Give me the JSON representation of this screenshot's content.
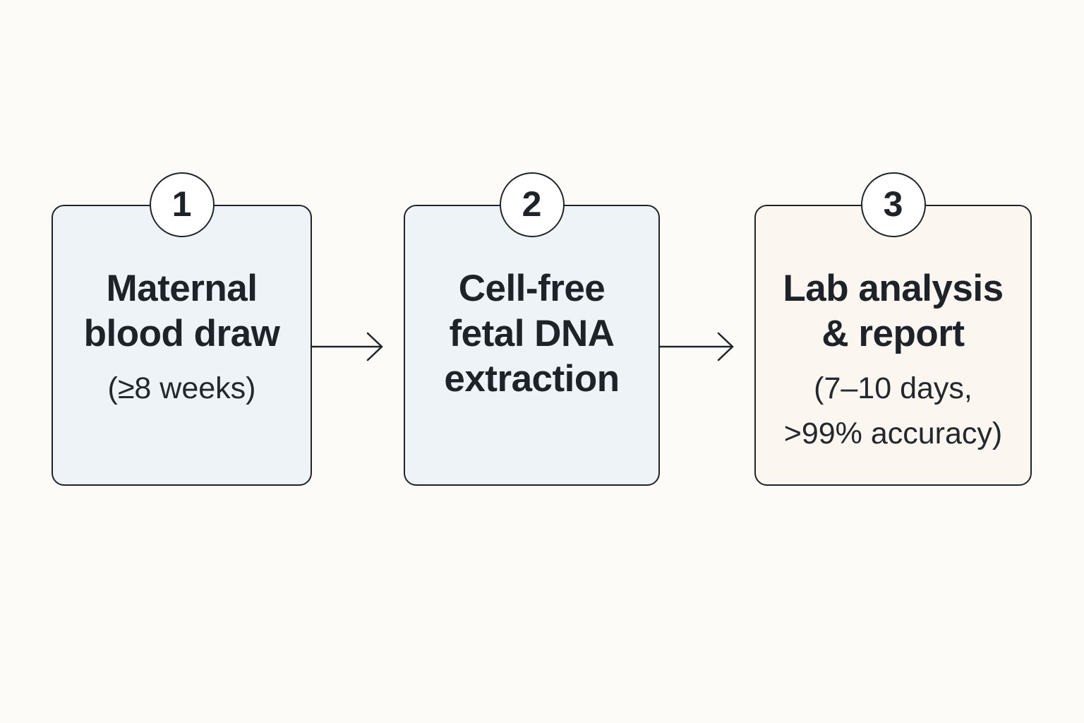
{
  "steps": [
    {
      "number": "1",
      "title": "Maternal\nblood draw",
      "detail": "(≥8 weeks)"
    },
    {
      "number": "2",
      "title": "Cell-free\nfetal DNA\nextraction",
      "detail": ""
    },
    {
      "number": "3",
      "title": "Lab analysis\n& report",
      "detail": "(7–10 days,\n>99% accuracy)"
    }
  ],
  "colors": {
    "stroke": "#1f2428",
    "box_blue": "#eef3f7",
    "box_cream": "#fbf6f0",
    "background": "#fcfbf8"
  }
}
